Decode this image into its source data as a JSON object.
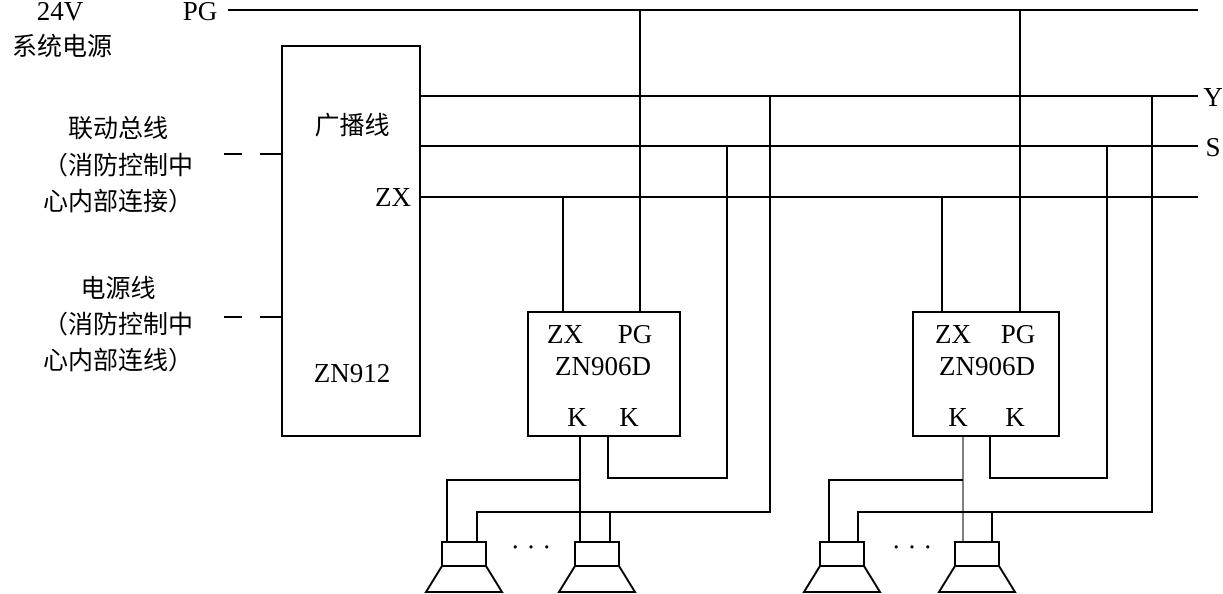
{
  "power": {
    "voltage": "24V",
    "title": "系统电源",
    "pg_label": "PG"
  },
  "bus_labels": {
    "y": "Y",
    "s": "S"
  },
  "left_notes": [
    {
      "lines": [
        "联动总线",
        "（消防控制中",
        "心内部连接）"
      ]
    },
    {
      "lines": [
        "电源线",
        "（消防控制中",
        "心内部连线）"
      ]
    }
  ],
  "controller": {
    "broadcast_label": "广播线",
    "zx_label": "ZX",
    "model": "ZN912"
  },
  "modules": [
    {
      "pin_zx": "ZX",
      "pin_pg": "PG",
      "model": "ZN906D",
      "pin_k1": "K",
      "pin_k2": "K"
    },
    {
      "pin_zx": "ZX",
      "pin_pg": "PG",
      "model": "ZN906D",
      "pin_k1": "K",
      "pin_k2": "K"
    }
  ],
  "ellipsis": "· · ·"
}
